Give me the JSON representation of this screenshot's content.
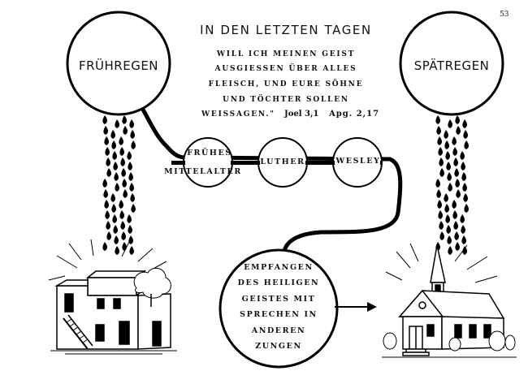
{
  "page_number": "53",
  "title": "IN DEN LETZTEN TAGEN",
  "quote_lines": [
    "WILL ICH MEINEN GEIST",
    "AUSGIESSEN ÜBER ALLES",
    "FLEISCH, UND EURE SÖHNE",
    "UND TÖCHTER SOLLEN"
  ],
  "quote_last": "WEISSAGEN.\"",
  "ref_joel": "Joel 3,1",
  "ref_apg": "Apg. 2,17",
  "left_circle": "FRÜHREGEN",
  "right_circle": "SPÄTREGEN",
  "chain": {
    "node1_line1": "FRÜHES",
    "node1_line2": "MITTELALTER",
    "node2": "LUTHER",
    "node3": "WESLEY"
  },
  "bottom_lines": [
    "EMPFANGEN",
    "DES HEILIGEN",
    "GEISTES MIT",
    "SPRECHEN IN",
    "ANDEREN",
    "ZUNGEN"
  ]
}
